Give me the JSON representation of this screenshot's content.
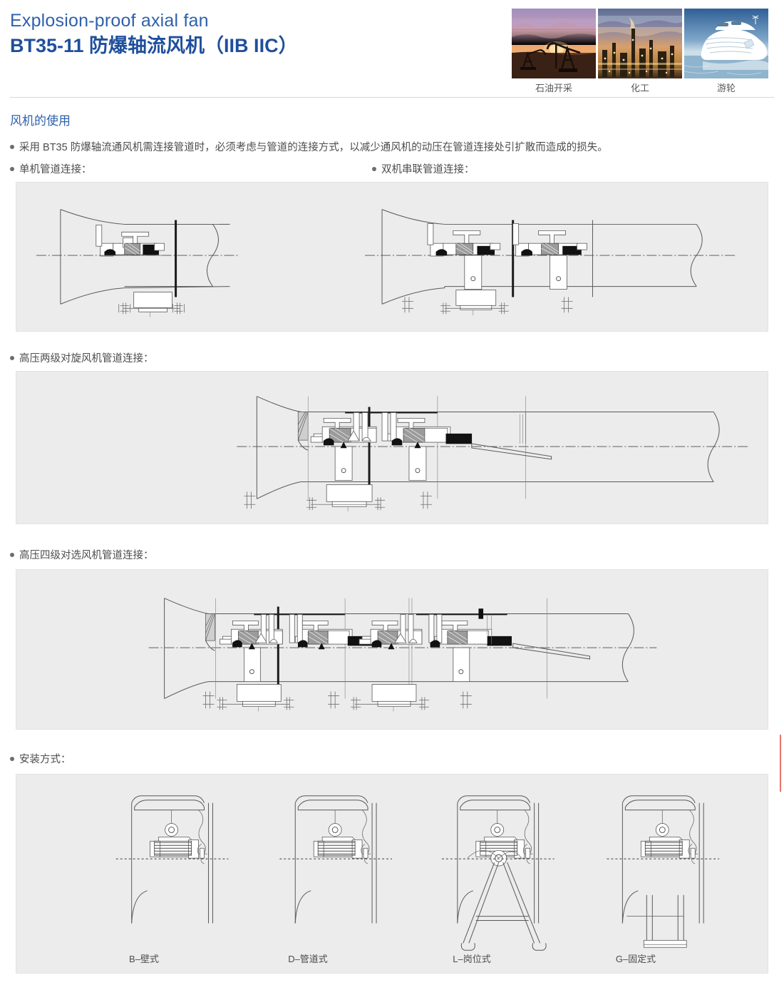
{
  "header": {
    "title_en": "Explosion-proof axial fan",
    "title_cn": "BT35-11 防爆轴流风机（IIB  IIC）",
    "thumbnails": [
      {
        "caption": "石油开采",
        "icon": "oil-pumpjack-photo"
      },
      {
        "caption": "化工",
        "icon": "chemical-plant-photo"
      },
      {
        "caption": "游轮",
        "icon": "cruise-ship-photo"
      }
    ]
  },
  "section": {
    "heading": "风机的使用",
    "intro_bullet": "采用 BT35 防爆轴流通风机需连接管道时，必须考虑与管道的连接方式，以减少通风机的动压在管道连接处引扩散而造成的损失。"
  },
  "diagram_labels": {
    "single": "单机管道连接：",
    "series": "双机串联管道连接：",
    "two_stage": "高压两级对旋风机管道连接：",
    "four_stage": "高压四级对选风机管道连接：",
    "install": "安装方式："
  },
  "install_types": [
    {
      "code": "B",
      "label": "B–壁式"
    },
    {
      "code": "D",
      "label": "D–管道式"
    },
    {
      "code": "L",
      "label": "L–岗位式"
    },
    {
      "code": "G",
      "label": "G–固定式"
    }
  ],
  "colors": {
    "title_en": "#2f61ab",
    "title_cn": "#1f4f9c",
    "heading": "#2f61ab",
    "body_text": "#4d4d4d",
    "panel_bg": "#ececec",
    "edge_mark": "#e8736a"
  }
}
